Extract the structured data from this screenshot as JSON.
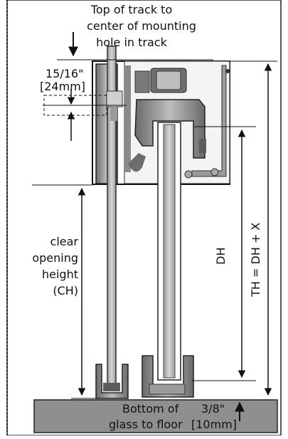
{
  "labels": {
    "top_of_track_line1": "Top of track to",
    "top_of_track_line2": "center of mounting",
    "top_of_track_line3": "hole in track",
    "offset_imperial": "15/16\"",
    "offset_metric": "[24mm]",
    "clear_opening_line1": "clear",
    "clear_opening_line2": "opening",
    "clear_opening_line3": "height",
    "clear_opening_line4": "(CH)",
    "dh": "DH",
    "th_formula": "TH = DH + X",
    "bottom_line1": "Bottom of",
    "bottom_line2": "glass to floor",
    "gap_imperial": "3/8\"",
    "gap_metric": "[10mm]"
  },
  "colors": {
    "line": "#111111",
    "floor": "#8f8f8f",
    "glass_fill": "#b9b9b9",
    "metal_dark": "#5d5d5d",
    "metal_mid": "#8d8d8d",
    "metal_light": "#c9c9c9"
  }
}
